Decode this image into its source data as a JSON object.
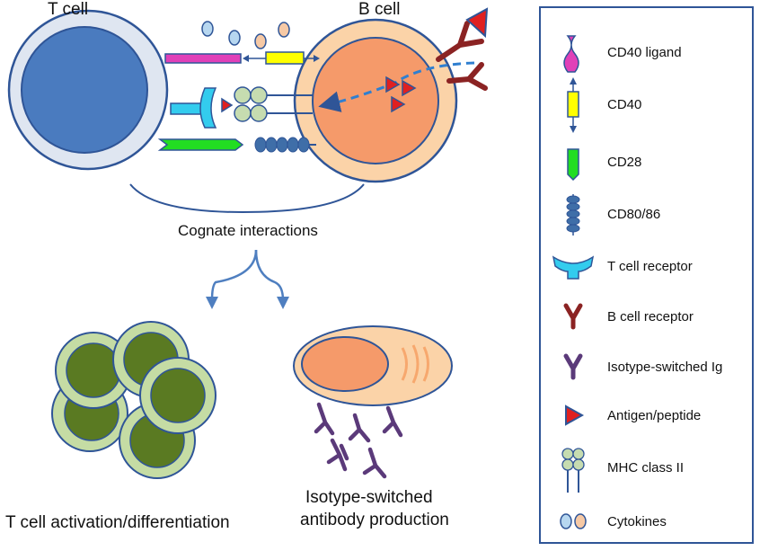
{
  "labels": {
    "t_cell": "T cell",
    "b_cell": "B cell",
    "cognate": "Cognate interactions",
    "t_activation": "T cell activation/differentiation",
    "isotype_line1": "Isotype-switched",
    "isotype_line2": "antibody production"
  },
  "legend": [
    {
      "icon": "cd40-ligand-icon",
      "label": "CD40 ligand"
    },
    {
      "icon": "cd40-icon",
      "label": "CD40"
    },
    {
      "icon": "cd28-icon",
      "label": "CD28"
    },
    {
      "icon": "cd80-86-icon",
      "label": "CD80/86"
    },
    {
      "icon": "t-cell-receptor-icon",
      "label": "T cell receptor"
    },
    {
      "icon": "b-cell-receptor-icon",
      "label": "B cell receptor"
    },
    {
      "icon": "isotype-switched-ig-icon",
      "label": "Isotype-switched Ig"
    },
    {
      "icon": "antigen-peptide-icon",
      "label": "Antigen/peptide"
    },
    {
      "icon": "mhc-class-ii-icon",
      "label": "MHC class II"
    },
    {
      "icon": "cytokines-icon",
      "label": "Cytokines"
    }
  ],
  "colors": {
    "t_cell_outer": "#dfe6f1",
    "t_cell_nucleus": "#4a7bbf",
    "b_cell_outer": "#fbd3a8",
    "b_cell_nucleus": "#f59a6a",
    "cell_stroke": "#2f5597",
    "cd40_ligand": "#e040b8",
    "cd40": "#ffff00",
    "cd28": "#22dd22",
    "cd80": "#3f6ea8",
    "tcr": "#33ccee",
    "bcr": "#8b2323",
    "ig": "#5b3a7a",
    "antigen": "#e02020",
    "mhc": "#c6dcb0",
    "t_activated_outer": "#c5dca4",
    "t_activated_nucleus": "#5a7a22",
    "legend_border": "#2f5597"
  }
}
